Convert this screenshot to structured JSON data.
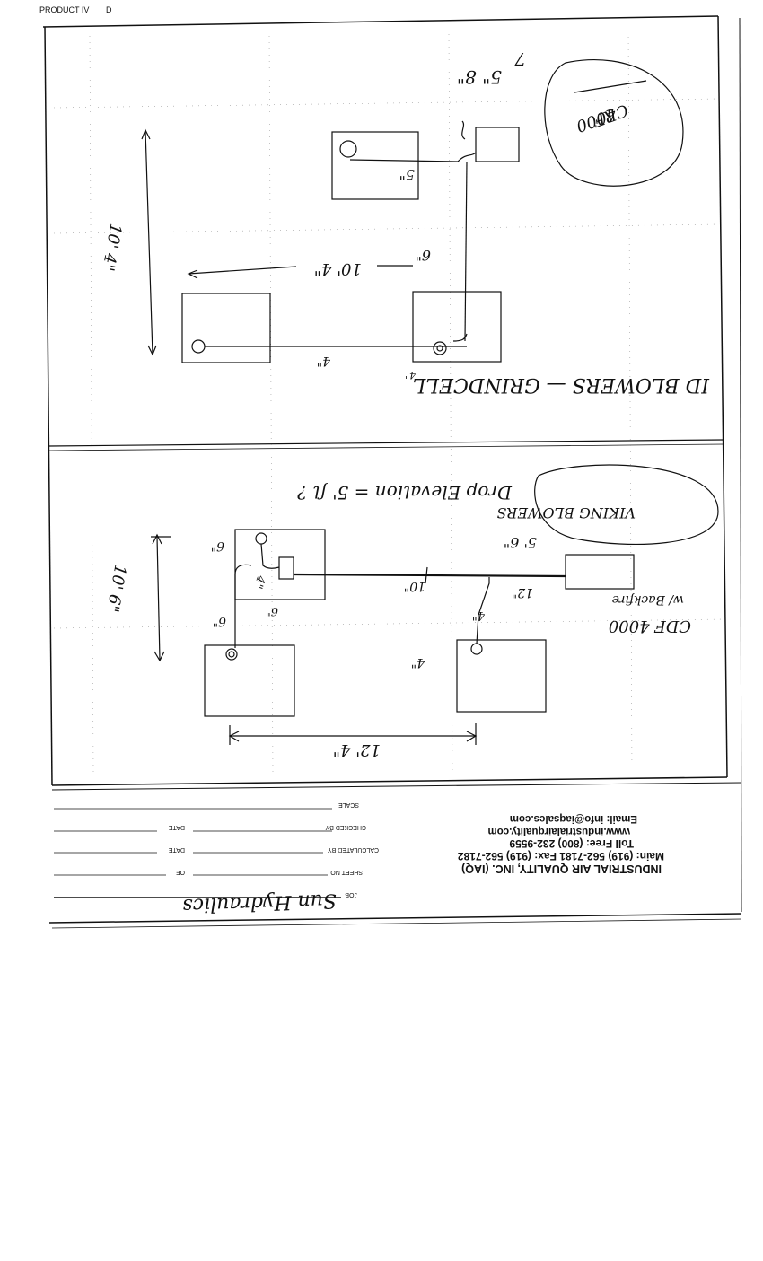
{
  "fax_header": {
    "left": "D",
    "right": "PRODUCT IV"
  },
  "top_diagram": {
    "title": "ID BLOWERS — GRINDCELL",
    "title_suffix": "4\"",
    "oval_note_line1": "CRF",
    "oval_note_line2": "4000",
    "small_box_label": "5\" 8\"",
    "small_box_mark": "7",
    "left_dim": "10' 4\"",
    "mid_dim": "10' 4\"",
    "dim_6": "6\"",
    "duct_5": "5\"",
    "duct_4": "4\""
  },
  "bottom_diagram": {
    "drop_elevation": "Drop Elevation = 5' ft ?",
    "oval_note": "VIKING BLOWERS",
    "dim_5_6": "5' 6\"",
    "unit_note_line1": "CDF 4000",
    "unit_note_line2": "w/ Backfire",
    "dim_12_1": "12\"",
    "dim_10_2": "10\"",
    "dim_10_6": "10' 6\"",
    "dim_6_a": "6\"",
    "dim_6_b": "6\"",
    "dim_6_c": "6\"",
    "dim_4_a": "4\"",
    "dim_4_b": "4\"",
    "dim_4_c": "4\"",
    "dim_bottom": "12' 4\""
  },
  "title_block": {
    "company": "INDUSTRIAL AIR QUALITY, INC. (IAQ)",
    "main": "Main: (919) 562-7181   Fax: (919) 562-7182",
    "tollfree": "Toll Free: (800) 232-9559",
    "web": "www.industrialairquality.com",
    "email": "Email: info@iaqsales.com",
    "field_scale": "SCALE",
    "field_checked": "CHECKED BY",
    "field_date1": "DATE",
    "field_calc": "CALCULATED BY",
    "field_date2": "DATE",
    "field_sheet": "SHEET NO.",
    "field_of": "OF",
    "field_job": "JOB",
    "job_value": "Sun Hydraulics"
  }
}
